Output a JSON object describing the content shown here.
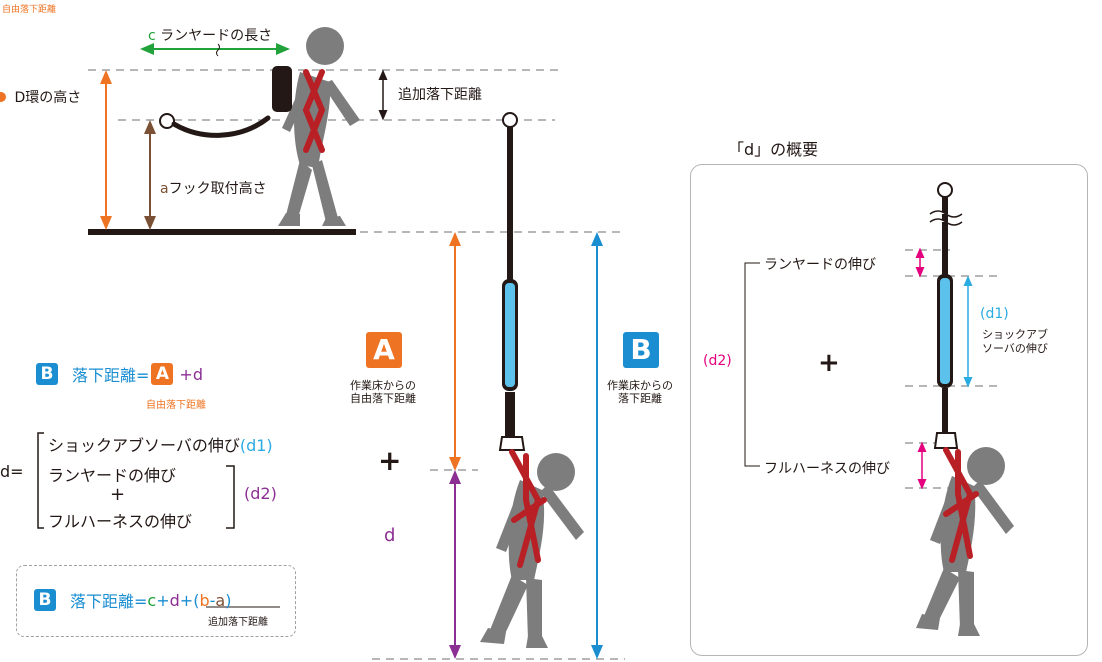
{
  "corner_label": "自由落下距離",
  "top_labels": {
    "lanyard_length_letter": "c",
    "lanyard_length": "ランヤードの長さ",
    "d_ring_height": "D環の高さ",
    "additional_fall": "追加落下距離",
    "hook_height_letter": "a",
    "hook_height": "フック取付高さ"
  },
  "middle": {
    "badge_a": "A",
    "a_caption_line1": "作業床からの",
    "a_caption_line2": "自由落下距離",
    "badge_b": "B",
    "b_caption_line1": "作業床からの",
    "b_caption_line2": "落下距離",
    "plus": "+",
    "d": "d"
  },
  "formula1": {
    "badge_b": "B",
    "text": "落下距離=",
    "badge_a": "A",
    "tail": "+d",
    "sub": "自由落下距離"
  },
  "formula2": {
    "lhs": "d=",
    "line1": "ショックアブソーバの伸び",
    "line1_tag": "(d1)",
    "line2": "ランヤードの伸び",
    "plus": "+",
    "line3": "フルハーネスの伸び",
    "bracket_tag": "(d2)"
  },
  "formula3": {
    "badge_b": "B",
    "text": "落下距離=",
    "c": "c",
    "plus1": "+",
    "d": "d",
    "plus2": "+",
    "paren_open": "(",
    "b": "b",
    "minus": "-",
    "a": "a",
    "paren_close": ")",
    "sub": "追加落下距離"
  },
  "panel": {
    "title": "「d」の概要",
    "lanyard_stretch": "ランヤードの伸び",
    "d1": "(d1)",
    "shock_line1": "ショックアブ",
    "shock_line2": "ソーバの伸び",
    "d2": "(d2)",
    "plus": "+",
    "harness_stretch": "フルハーネスの伸び"
  },
  "colors": {
    "orange": "#ee7423",
    "blue": "#1a8ed1",
    "cyan": "#2aabe2",
    "purple": "#8c2f93",
    "pink": "#e4007f",
    "green": "#22a23a",
    "brown": "#7b5034",
    "figure": "#7d7d7d",
    "strap": "#b82025"
  }
}
